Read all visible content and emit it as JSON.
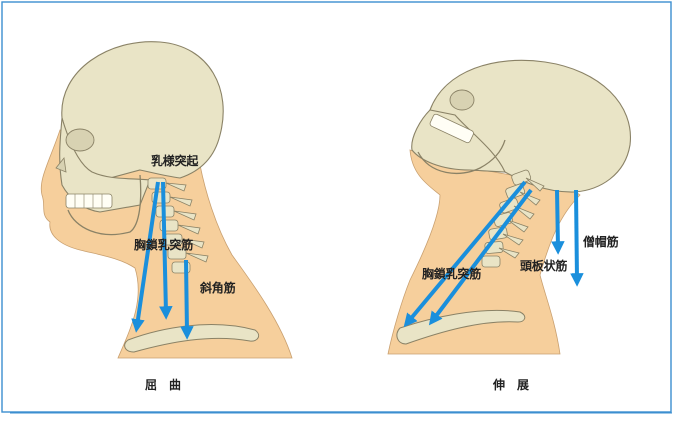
{
  "colors": {
    "skin": "#f6cf9c",
    "bone": "#e9e4c6",
    "bone_line": "#8a8266",
    "arrow": "#1a8fdc",
    "frame": "#3c8fd0"
  },
  "left_figure": {
    "caption": "屈　曲",
    "labels": {
      "mastoid": "乳様突起",
      "scm": "胸鎖乳突筋",
      "scalene": "斜角筋"
    }
  },
  "right_figure": {
    "caption": "伸　展",
    "labels": {
      "scm": "胸鎖乳突筋",
      "splenius": "頭板状筋",
      "trapezius": "僧帽筋"
    }
  }
}
